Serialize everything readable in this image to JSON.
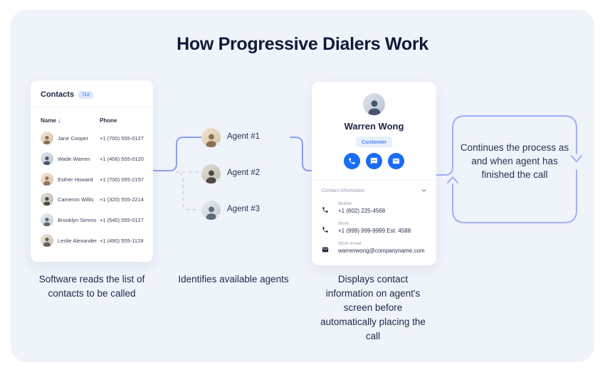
{
  "title": "How Progressive Dialers Work",
  "colors": {
    "accent_blue": "#1a6cf3",
    "connector_line": "#8f9ef2",
    "loop_line": "#a2aff3",
    "dashed_line": "#cdd2dc",
    "status_online": "#21c07a",
    "status_busy": "#ee4444",
    "panel_background": "#eff3fa",
    "text_navy": "#1c2340"
  },
  "contacts_card": {
    "title": "Contacts",
    "count_badge": "712",
    "columns": {
      "name": "Name",
      "phone": "Phone"
    },
    "sort_icon": "↓",
    "rows": [
      {
        "name": "Jane Cooper",
        "phone": "+1 (700) 555-0127",
        "status": "online"
      },
      {
        "name": "Wade Warren",
        "phone": "+1 (406) 555-0120",
        "status": "online"
      },
      {
        "name": "Esther Howard",
        "phone": "+1 (700) 555-2157",
        "status": "online"
      },
      {
        "name": "Cameron Willis",
        "phone": "+1 (320) 555-2214",
        "status": "online"
      },
      {
        "name": "Brooklyn Simms",
        "phone": "+1 (540) 555-0127",
        "status": "online"
      },
      {
        "name": "Leslie Alexander",
        "phone": "+1 (490) 555-1129",
        "status": "none"
      }
    ]
  },
  "agents": [
    {
      "label": "Agent #1",
      "status": "online"
    },
    {
      "label": "Agent #2",
      "status": "busy"
    },
    {
      "label": "Agent #3",
      "status": "busy"
    }
  ],
  "profile_card": {
    "name": "Warren Wong",
    "badge": "Customer",
    "section_title": "Contact information",
    "fields": [
      {
        "label": "Mobile",
        "value": "+1 (602) 225-4568",
        "icon": "phone-icon"
      },
      {
        "label": "Work",
        "value": "+1 (999) 999-9999 Est. 4588",
        "icon": "phone-icon"
      },
      {
        "label": "Work email",
        "value": "warrenwong@companyname.com",
        "icon": "email-icon"
      }
    ]
  },
  "loop_box": {
    "text": "Continues the process as and when agent has finished the call"
  },
  "captions": [
    "Software reads the list of contacts to be called",
    "Identifies available agents",
    "Displays contact information on agent's screen before automatically placing the call"
  ]
}
